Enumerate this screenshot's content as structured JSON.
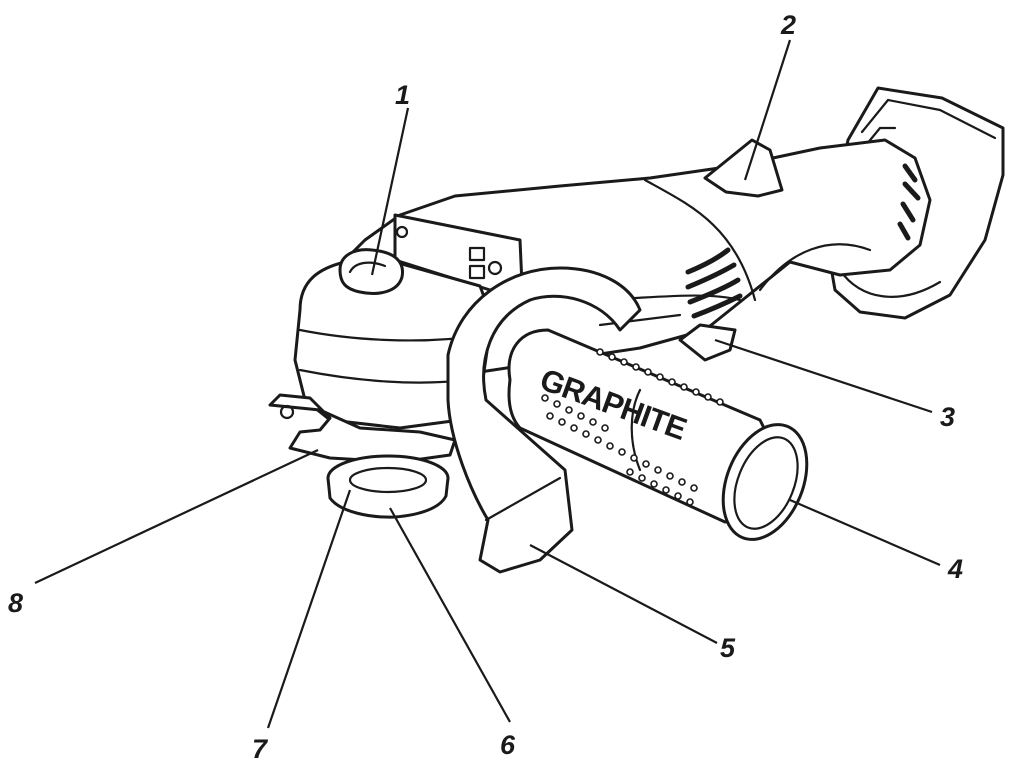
{
  "figure": {
    "brand_text": "GRAPHITE",
    "callouts": [
      {
        "id": "1",
        "text": "1"
      },
      {
        "id": "2",
        "text": "2"
      },
      {
        "id": "3",
        "text": "3"
      },
      {
        "id": "4",
        "text": "4"
      },
      {
        "id": "5",
        "text": "5"
      },
      {
        "id": "6",
        "text": "6"
      },
      {
        "id": "7",
        "text": "7"
      },
      {
        "id": "8",
        "text": "8"
      }
    ]
  },
  "colors": {
    "line": "#1a1a1a",
    "background": "#ffffff"
  }
}
